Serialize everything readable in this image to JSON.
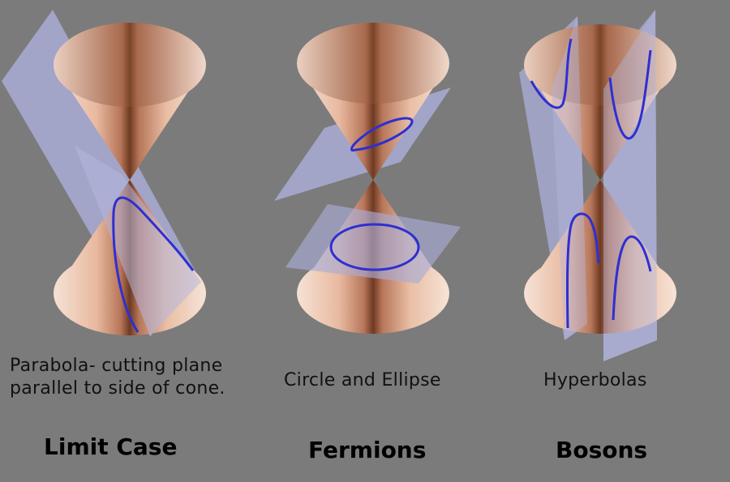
{
  "panels": [
    {
      "caption_line1": "Parabola- cutting plane",
      "caption_line2": "parallel to side of cone.",
      "label": "Limit Case"
    },
    {
      "caption": "Circle and Ellipse",
      "label": "Fermions"
    },
    {
      "caption": "Hyperbolas",
      "label": "Bosons"
    }
  ],
  "colors": {
    "background": "#7b7b7b",
    "cone_light": "#f6e2d6",
    "cone_dark": "#6e3a22",
    "plane": "#a9acd6",
    "curve": "#2f2fd1"
  }
}
